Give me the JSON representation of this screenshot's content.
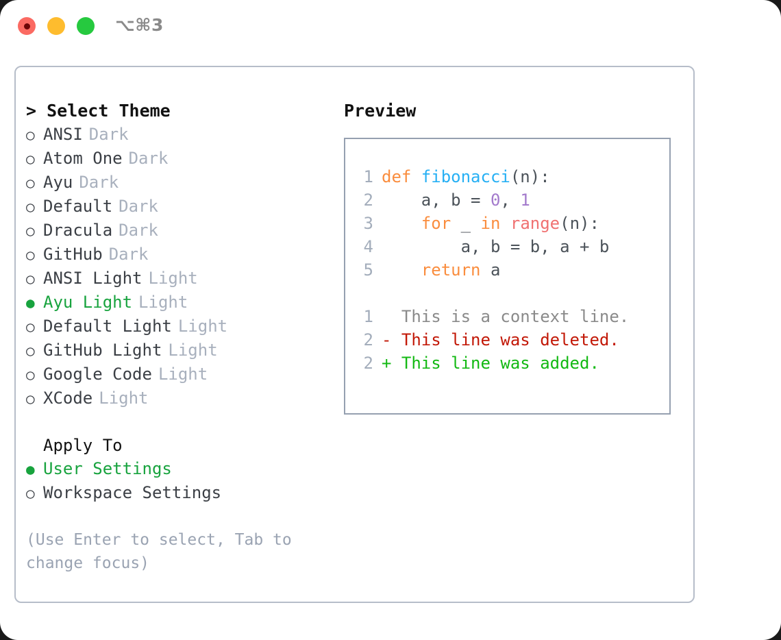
{
  "titlebar": {
    "shortcut": "⌥⌘3",
    "lights": [
      {
        "name": "close",
        "color": "#fb6a62"
      },
      {
        "name": "minimize",
        "color": "#febc2e"
      },
      {
        "name": "maximize",
        "color": "#26c93f"
      }
    ]
  },
  "theme_picker": {
    "header": "> Select Theme",
    "options": [
      {
        "label": "ANSI",
        "variant": "Dark",
        "selected": false
      },
      {
        "label": "Atom One",
        "variant": "Dark",
        "selected": false
      },
      {
        "label": "Ayu",
        "variant": "Dark",
        "selected": false
      },
      {
        "label": "Default",
        "variant": "Dark",
        "selected": false
      },
      {
        "label": "Dracula",
        "variant": "Dark",
        "selected": false
      },
      {
        "label": "GitHub",
        "variant": "Dark",
        "selected": false
      },
      {
        "label": "ANSI Light",
        "variant": "Light",
        "selected": false
      },
      {
        "label": "Ayu Light",
        "variant": "Light",
        "selected": true
      },
      {
        "label": "Default Light",
        "variant": "Light",
        "selected": false
      },
      {
        "label": "GitHub Light",
        "variant": "Light",
        "selected": false
      },
      {
        "label": "Google Code",
        "variant": "Light",
        "selected": false
      },
      {
        "label": "XCode",
        "variant": "Light",
        "selected": false
      }
    ],
    "bullet_selected": "●",
    "bullet_unselected": "○"
  },
  "apply_to": {
    "header": "Apply To",
    "options": [
      {
        "label": "User Settings",
        "selected": true
      },
      {
        "label": "Workspace Settings",
        "selected": false
      }
    ]
  },
  "hint": "(Use Enter to select, Tab to change focus)",
  "preview": {
    "title": "Preview",
    "code_lines": [
      {
        "num": "1",
        "tokens": [
          {
            "t": "def ",
            "c": "kw"
          },
          {
            "t": "fibonacci",
            "c": "fn"
          },
          {
            "t": "(n):",
            "c": "pl"
          }
        ]
      },
      {
        "num": "2",
        "tokens": [
          {
            "t": "    a, b = ",
            "c": "pl"
          },
          {
            "t": "0",
            "c": "num"
          },
          {
            "t": ", ",
            "c": "pl"
          },
          {
            "t": "1",
            "c": "num"
          }
        ]
      },
      {
        "num": "3",
        "tokens": [
          {
            "t": "    ",
            "c": "pl"
          },
          {
            "t": "for",
            "c": "kw"
          },
          {
            "t": " _ ",
            "c": "pl"
          },
          {
            "t": "in",
            "c": "kw"
          },
          {
            "t": " ",
            "c": "pl"
          },
          {
            "t": "range",
            "c": "bi"
          },
          {
            "t": "(n):",
            "c": "pl"
          }
        ]
      },
      {
        "num": "4",
        "tokens": [
          {
            "t": "        a, b = b, a + b",
            "c": "pl"
          }
        ]
      },
      {
        "num": "5",
        "tokens": [
          {
            "t": "    ",
            "c": "pl"
          },
          {
            "t": "return",
            "c": "kw"
          },
          {
            "t": " a",
            "c": "pl"
          }
        ]
      }
    ],
    "diff_lines": [
      {
        "num": "1",
        "marker": " ",
        "text": " This is a context line.",
        "kind": "ctx"
      },
      {
        "num": "2",
        "marker": "-",
        "text": " This line was deleted.",
        "kind": "del"
      },
      {
        "num": "2",
        "marker": "+",
        "text": " This line was added.",
        "kind": "add"
      }
    ]
  },
  "colors": {
    "accent_green": "#18a33e",
    "muted": "#a8b0bd",
    "hint": "#9aa3b2",
    "keyword": "#fa8d3e",
    "function": "#27b0f4",
    "number": "#a37acc",
    "builtin": "#f07171",
    "diff_add": "#13b913",
    "diff_del": "#c21807",
    "border": "#b6bdc9"
  }
}
